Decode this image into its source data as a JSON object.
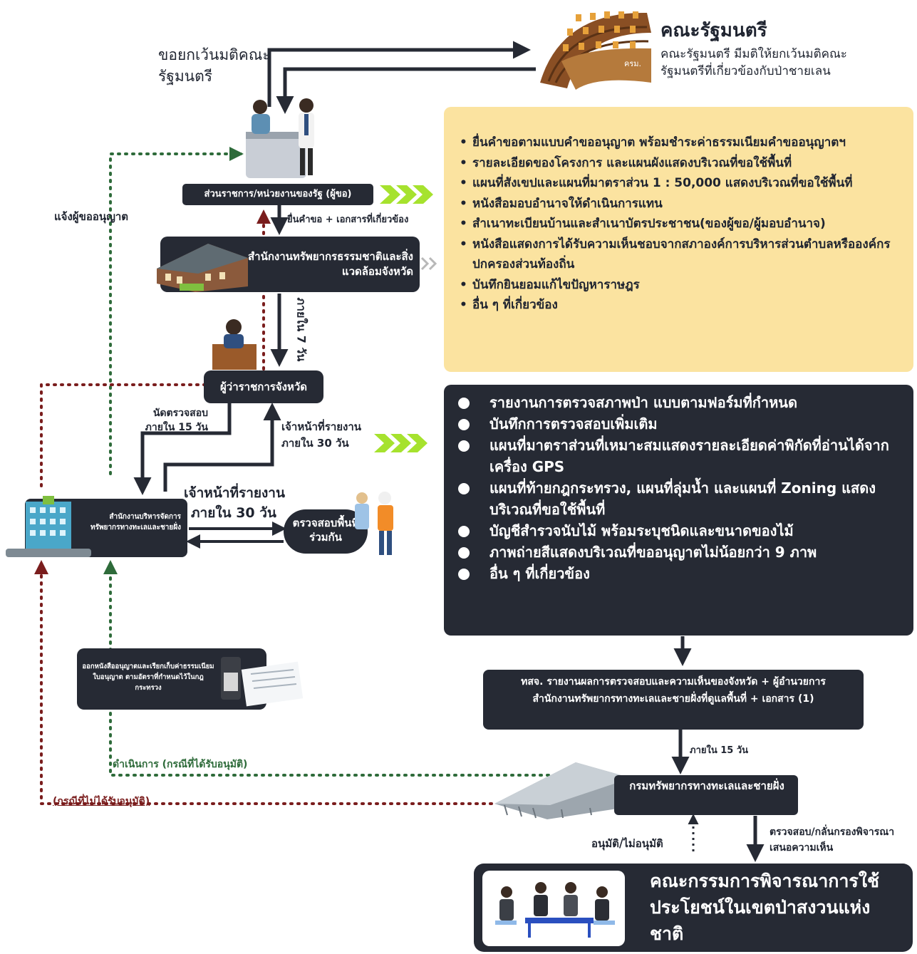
{
  "cabinet": {
    "title": "คณะรัฐมนตรี",
    "description": "คณะรัฐมนตรี มีมติให้ยกเว้นมติคณะรัฐมนตรีที่เกี่ยวข้องกับป่าชายเลน",
    "emblem_text": "ครม."
  },
  "request_exemption_label": "ขอยกเว้นมติคณะรัฐมนตรี",
  "applicant_box": "ส่วนราชการ/หน่วยงานของรัฐ (ผู้ขอ)",
  "submit_label": "ยื่นคำขอ + เอกสารที่เกี่ยวข้อง",
  "notify_applicant_label": "แจ้งผู้ขออนุญาต",
  "provincial_office_box": "สำนักงานทรัพยากรธรรมชาติและสิ่งแวดล้อมจังหวัด",
  "within_7_days": "ภายใน 7 วัน",
  "governor_box": "ผู้ว่าราชการจังหวัด",
  "appointment_label": "นัดตรวจสอบภายใน 15 วัน",
  "officer_report_30_a": "เจ้าหน้าที่รายงานภายใน 30 วัน",
  "officer_report_30_b": "เจ้าหน้าที่รายงาน",
  "officer_report_30_b2": "ภายใน  30 วัน",
  "marine_office_box": "สำนักงานบริหารจัดการทรัพยากรทางทะเลและชายฝั่ง",
  "joint_inspection": "ตรวจสอบพื้นที่ร่วมกัน",
  "required_documents": [
    "ยื่นคำขอตามแบบคำขออนุญาต พร้อมชำระค่าธรรมเนียมคำขออนุญาตฯ",
    "รายละเอียดของโครงการ และแผนผังแสดงบริเวณที่ขอใช้พื้นที่",
    "แผนที่สังเขปและแผนที่มาตราส่วน 1 : 50,000 แสดงบริเวณที่ขอใช้พื้นที่",
    "หนังสือมอบอำนาจให้ดำเนินการแทน",
    "สำเนาทะเบียนบ้านและสำเนาบัตรประชาชน(ของผู้ขอ/ผู้มอบอำนาจ)",
    "หนังสือแสดงการได้รับความเห็นชอบจากสภาองค์การบริหารส่วนตำบลหรือองค์กรปกครองส่วนท้องถิ่น",
    "บันทึกยินยอมแก้ไขปัญหาราษฎร",
    "อื่น ๆ ที่เกี่ยวข้อง"
  ],
  "inspection_documents": [
    "รายงานการตรวจสภาพป่า แบบตามฟอร์มที่กำหนด",
    "บันทึกการตรวจสอบเพิ่มเติม",
    "แผนที่มาตราส่วนที่เหมาะสมแสดงรายละเอียดค่าพิกัดที่อ่านได้จากเครื่อง GPS",
    "แผนที่ท้ายกฎกระทรวง, แผนที่ลุ่มน้ำ และแผนที่ Zoning  แสดงบริเวณที่ขอใช้พื้นที่",
    "บัญชีสำรวจนับไม้ พร้อมระบุชนิดและขนาดของไม้",
    "ภาพถ่ายสีแสดงบริเวณที่ขออนุญาตไม่น้อยกว่า 9 ภาพ",
    "อื่น ๆ ที่เกี่ยวข้อง"
  ],
  "permit_issue_box": "ออกหนังสืออนุญาตและเรียกเก็บค่าธรรมเนียมใบอนุญาต ตามอัตราที่กำหนดไว้ในกฎกระทรวง",
  "provincial_report_box": "ทสจ. รายงานผลการตรวจสอบและความเห็นของจังหวัด + ผู้อำนวยการสำนักงานทรัพยากรทางทะเลและชายฝั่งที่ดูแลพื้นที่ + เอกสาร (1)",
  "within_15_days": "ภายใน 15 วัน",
  "proceed_label": "ดำเนินการ (กรณีที่ได้รับอนุมัติ)",
  "not_approved_label": "(กรณีที่ไม่ได้รับอนุมัติ)",
  "department_box": "กรมทรัพยากรทางทะเลและชายฝั่ง",
  "approve_label": "อนุมัติ/ไม่อนุมัติ",
  "review_label": "ตรวจสอบ/กลั่นกรองพิจารณาเสนอความเห็น",
  "committee_box": "คณะกรรมการพิจารณาการใช้ประโยชน์ในเขตป่าสงวนแห่งชาติ",
  "colors": {
    "dark_box": "#262a34",
    "yellow_panel": "#fbe3a0",
    "green_chevron": "#a6e22e",
    "green_dotted": "#2e6b3a",
    "red_dotted": "#7a1d1d"
  }
}
